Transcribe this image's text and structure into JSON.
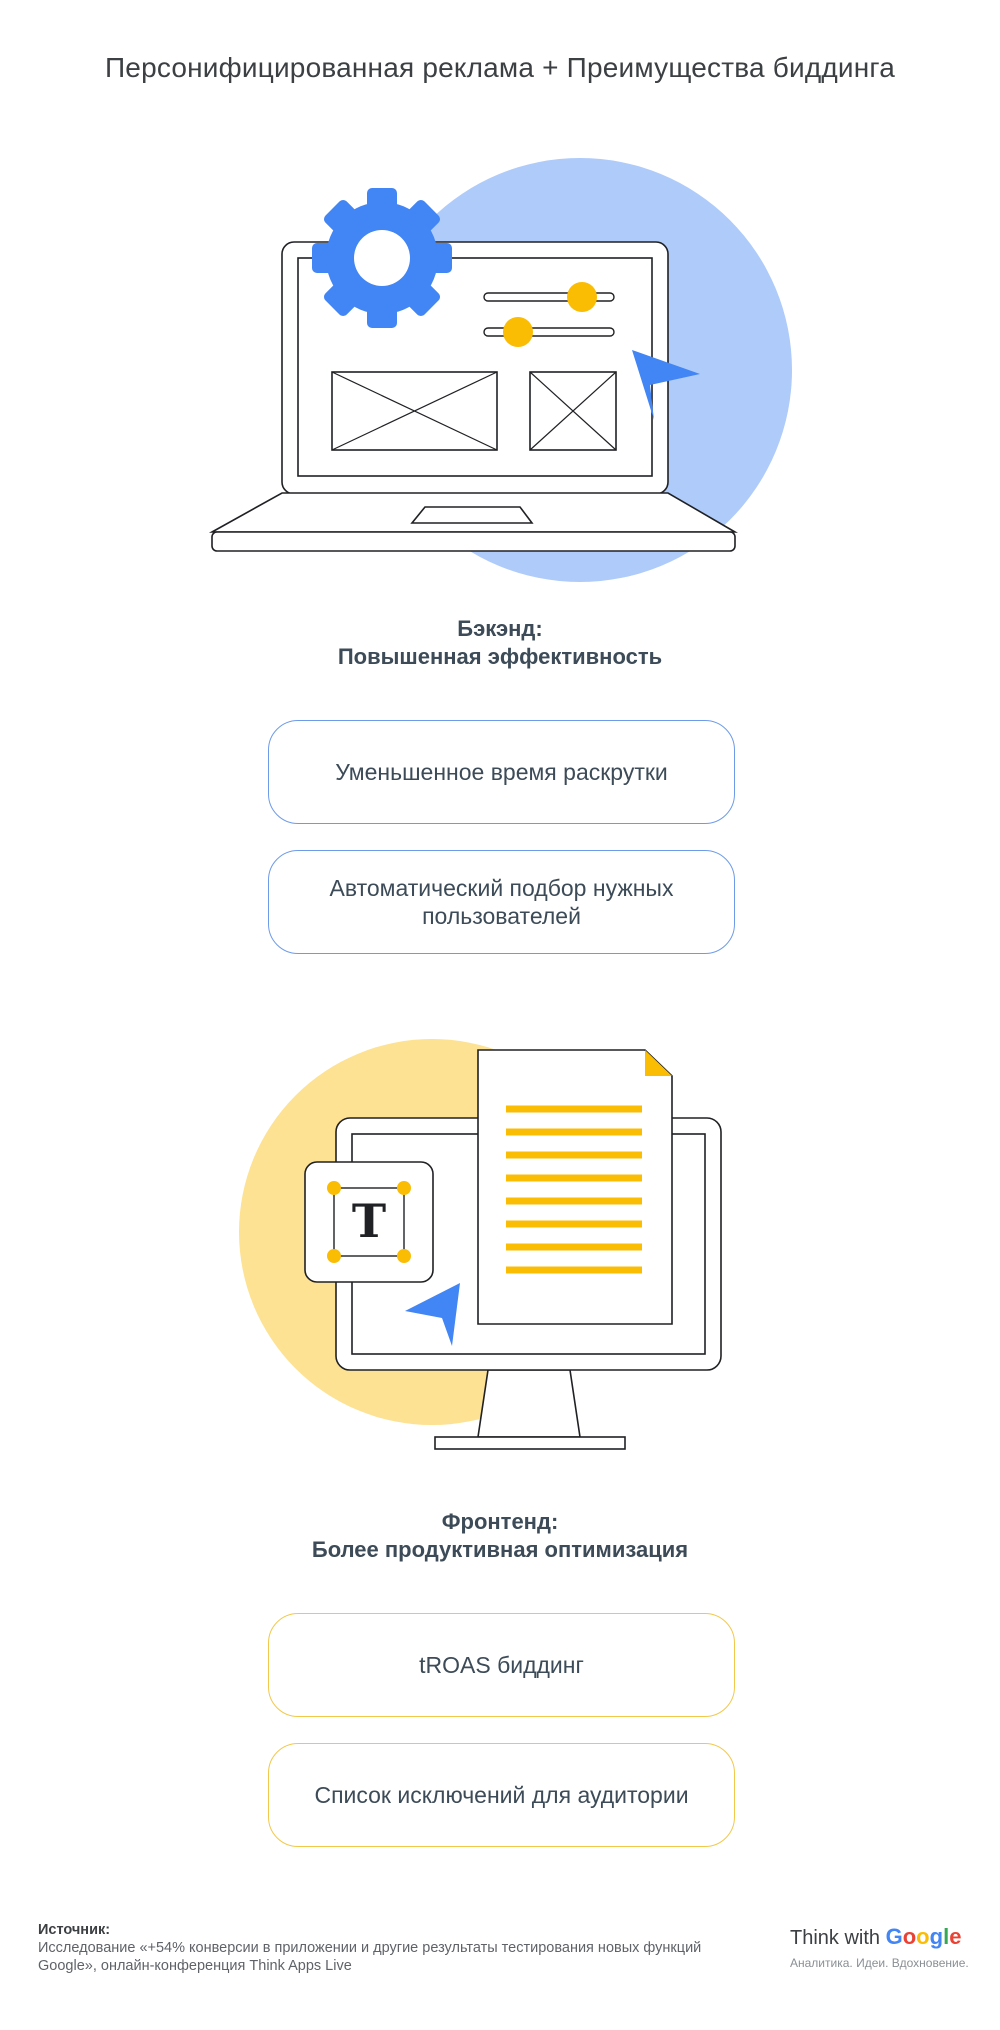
{
  "title": "Персонифицированная реклама + Преимущества биддинга",
  "backend": {
    "heading_line1": "Бэкэнд:",
    "heading_line2": "Повышенная эффективность",
    "cards": [
      "Уменьшенное время раскрутки",
      "Автоматический подбор нужных пользователей"
    ]
  },
  "frontend": {
    "heading_line1": "Фронтенд:",
    "heading_line2": "Более продуктивная оптимизация",
    "cards": [
      "tROAS биддинг",
      "Список исключений для аудитории"
    ],
    "text_tool_glyph": "T"
  },
  "source": {
    "label": "Источник:",
    "text": "Исследование «+54% конверсии в приложении и другие результаты тестирования новых функций Google», онлайн-конференция Think Apps Live"
  },
  "brand": {
    "prefix": "Think with ",
    "google_letters": [
      "G",
      "o",
      "o",
      "g",
      "l",
      "e"
    ],
    "google_colors": [
      "#4285F4",
      "#EA4335",
      "#FBBC05",
      "#4285F4",
      "#34A853",
      "#EA4335"
    ],
    "tagline": "Аналитика. Идеи. Вдохновение."
  },
  "colors": {
    "accent_blue": "#4285F4",
    "light_blue": "#AECBFA",
    "accent_yellow": "#FBBC04",
    "light_yellow": "#FDE293"
  }
}
